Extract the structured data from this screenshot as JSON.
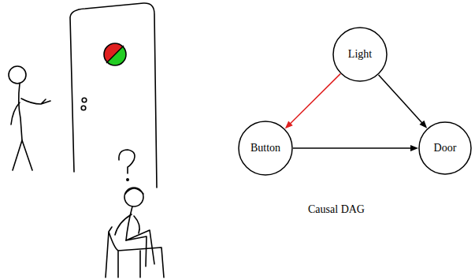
{
  "diagram": {
    "nodes": [
      {
        "text": [
          "Light"
        ]
      },
      {
        "text": [
          "Button"
        ]
      },
      {
        "text": [
          "Door"
        ]
      }
    ],
    "edges": [
      {
        "from": 0,
        "to": 1,
        "arrow": "to"
      },
      {
        "from": 0,
        "to": 2,
        "arrow": "to"
      },
      {
        "from": 1,
        "to": 2,
        "arrow": "to"
      }
    ],
    "labels": [
      "Causal DAG"
    ]
  }
}
